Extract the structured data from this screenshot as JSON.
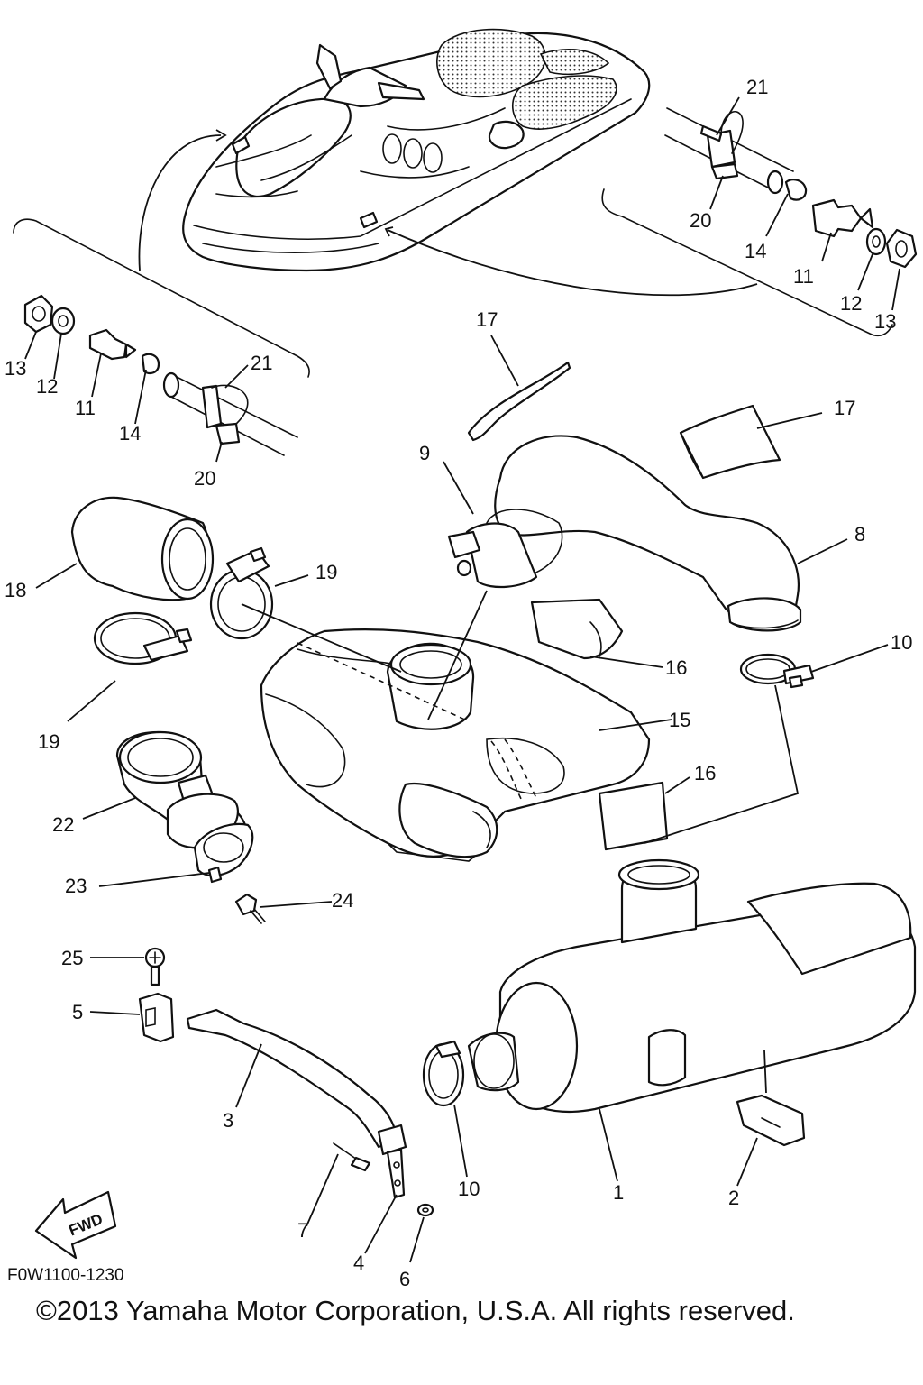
{
  "diagram_code": "F0W1100-1230",
  "copyright": "©2013 Yamaha Motor Corporation, U.S.A. All rights reserved.",
  "fwd_label": "FWD",
  "callouts": {
    "c21a": "21",
    "c20a": "20",
    "c14a": "14",
    "c11a": "11",
    "c12a": "12",
    "c13a": "13",
    "c13b": "13",
    "c12b": "12",
    "c11b": "11",
    "c14b": "14",
    "c21b": "21",
    "c20b": "20",
    "c17a": "17",
    "c17b": "17",
    "c9": "9",
    "c8": "8",
    "c18": "18",
    "c19a": "19",
    "c19b": "19",
    "c10a": "10",
    "c16a": "16",
    "c15": "15",
    "c16b": "16",
    "c22": "22",
    "c23": "23",
    "c24": "24",
    "c25": "25",
    "c5": "5",
    "c3": "3",
    "c7": "7",
    "c4": "4",
    "c6": "6",
    "c10b": "10",
    "c1": "1",
    "c2": "2"
  }
}
